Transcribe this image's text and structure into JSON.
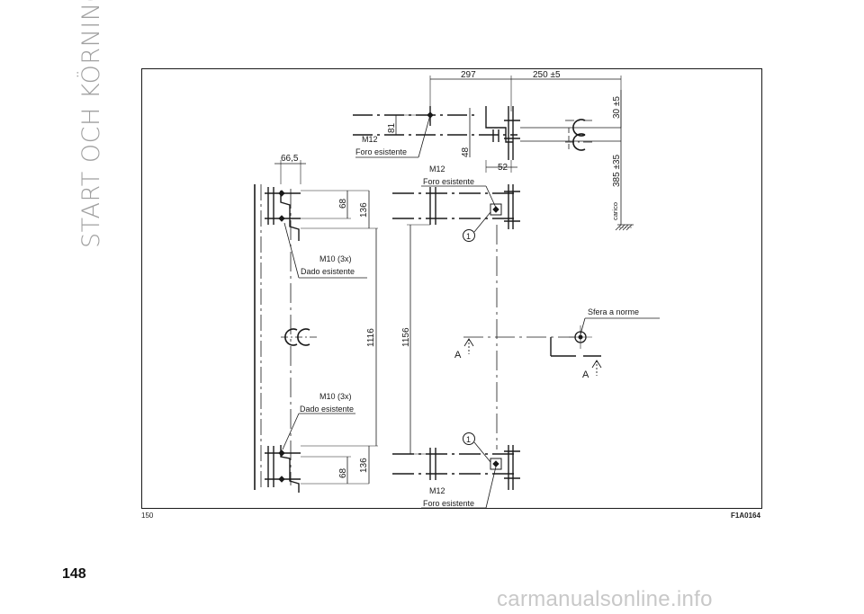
{
  "section_title": "START OCH KÖRNING",
  "page_number": "148",
  "page_id": "150",
  "figure_code": "F1A0164",
  "watermark": "carmanualsonline.info",
  "drawing": {
    "dimensions": {
      "d297": "297",
      "d250": "250 ±5",
      "d30": "30 ±5",
      "d385": "385 ±35",
      "d81": "81",
      "d48": "48",
      "d52": "52",
      "d66": "66,5",
      "d68_top": "68",
      "d136_top": "136",
      "d1116": "1116",
      "d1156": "1156",
      "d68_bottom": "68",
      "d136_bottom": "136"
    },
    "labels": {
      "m12_top": "M12",
      "foro_top": "Foro esistente",
      "m12_mid": "M12",
      "foro_mid": "Foro esistente",
      "m12_bottom": "M12",
      "foro_bottom": "Foro esistente",
      "m10_top": "M10 (3x)",
      "dado_top": "Dado esistente",
      "m10_bottom": "M10 (3x)",
      "dado_bottom": "Dado esistente",
      "sfera": "Sfera a norme",
      "carico": "carico",
      "section_a_left": "A",
      "section_a_right": "A",
      "callout_1_top": "1",
      "callout_1_bottom": "1"
    }
  }
}
